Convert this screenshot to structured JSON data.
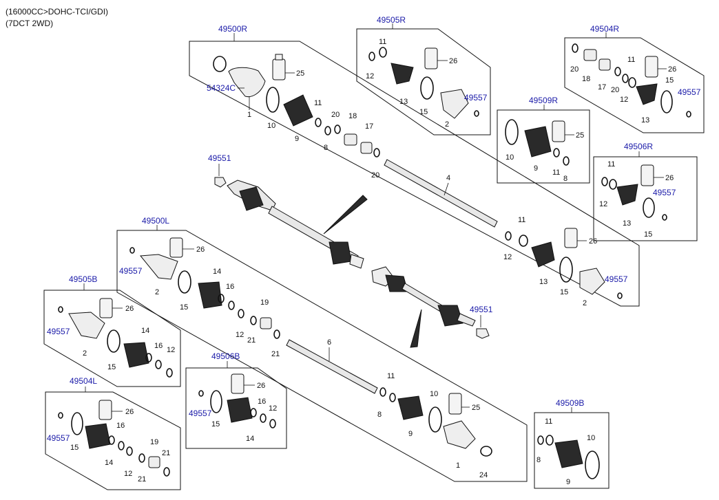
{
  "header": {
    "line1": "(16000CC>DOHC-TCI/GDI)",
    "line2": "(7DCT 2WD)"
  },
  "refs": {
    "r49500R": "49500R",
    "r49505R": "49505R",
    "r49504R": "49504R",
    "r49509R": "49509R",
    "r49506R": "49506R",
    "r49551a": "49551",
    "r49551b": "49551",
    "r49500L": "49500L",
    "r49505B": "49505B",
    "r49506B": "49506B",
    "r49504L": "49504L",
    "r49509B": "49509B",
    "r54324C": "54324C",
    "r49557_505R": "49557",
    "r49557_504R": "49557",
    "r49557_506R": "49557",
    "r49557_500Rb": "49557",
    "r49557_500L": "49557",
    "r49557_505B": "49557",
    "r49557_506B": "49557",
    "r49557_504L": "49557"
  },
  "nums": {
    "n1": "1",
    "n2": "2",
    "n4": "4",
    "n6": "6",
    "n8": "8",
    "n9": "9",
    "n10": "10",
    "n11": "11",
    "n12": "12",
    "n13": "13",
    "n14": "14",
    "n15": "15",
    "n16": "16",
    "n17": "17",
    "n18": "18",
    "n19": "19",
    "n20": "20",
    "n21": "21",
    "n24": "24",
    "n25": "25",
    "n26": "26"
  }
}
